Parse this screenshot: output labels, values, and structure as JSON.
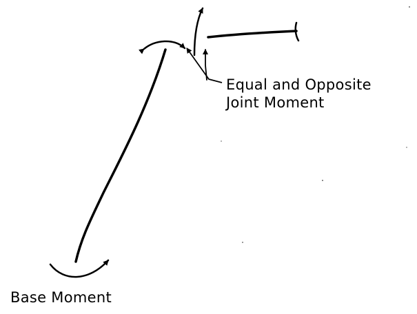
{
  "labels": {
    "joint_line1": "Equal and Opposite",
    "joint_line2": "Joint Moment",
    "base": "Base Moment"
  },
  "colors": {
    "ink": "#000000",
    "paper": "#ffffff"
  }
}
